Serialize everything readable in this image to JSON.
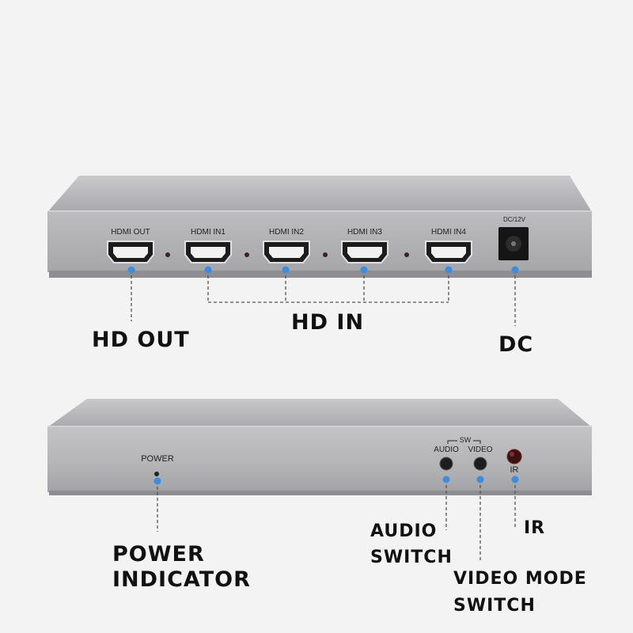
{
  "rear_panel": {
    "port_labels": [
      "HDMI OUT",
      "HDMI IN1",
      "HDMI IN2",
      "HDMI IN3",
      "HDMI IN4"
    ],
    "power_jack_label": "DC/12V"
  },
  "front_panel": {
    "power_label": "POWER",
    "sw_label": "SW",
    "audio_label": "AUDIO",
    "video_label": "VIDEO",
    "ir_label": "IR"
  },
  "callouts": {
    "hd_out": "HD OUT",
    "hd_in": "HD IN",
    "dc": "DC",
    "power_indicator_1": "POWER",
    "power_indicator_2": "INDICATOR",
    "audio_switch_1": "AUDIO",
    "audio_switch_2": "SWITCH",
    "video_mode_switch_1": "VIDEO MODE",
    "video_mode_switch_2": "SWITCH",
    "ir": "IR"
  },
  "colors": {
    "callout_dot": "#3b8de0",
    "dashed_line": "#555555",
    "device_body": "#b9b9bc"
  }
}
